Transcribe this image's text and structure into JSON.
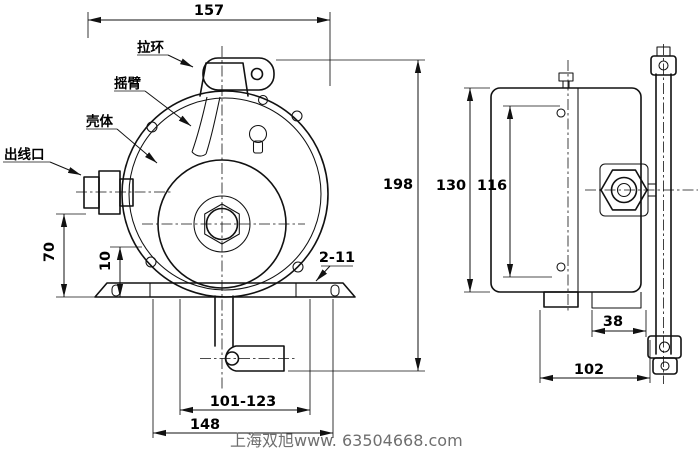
{
  "part_labels": {
    "pull_ring": "拉环",
    "rocker_arm": "摇臂",
    "housing": "壳体",
    "cable_outlet": "出线口"
  },
  "dimensions": {
    "overall_width": "157",
    "overall_height": "198",
    "body_height": "130",
    "inner_height": "116",
    "outlet_to_base": "70",
    "base_offset": "10",
    "mounting_holes": "2-11",
    "slot_span": "101-123",
    "mounting_width": "148",
    "bracket_depth": "38",
    "body_depth": "102"
  },
  "watermark": "上海双旭www. 63504668.com"
}
